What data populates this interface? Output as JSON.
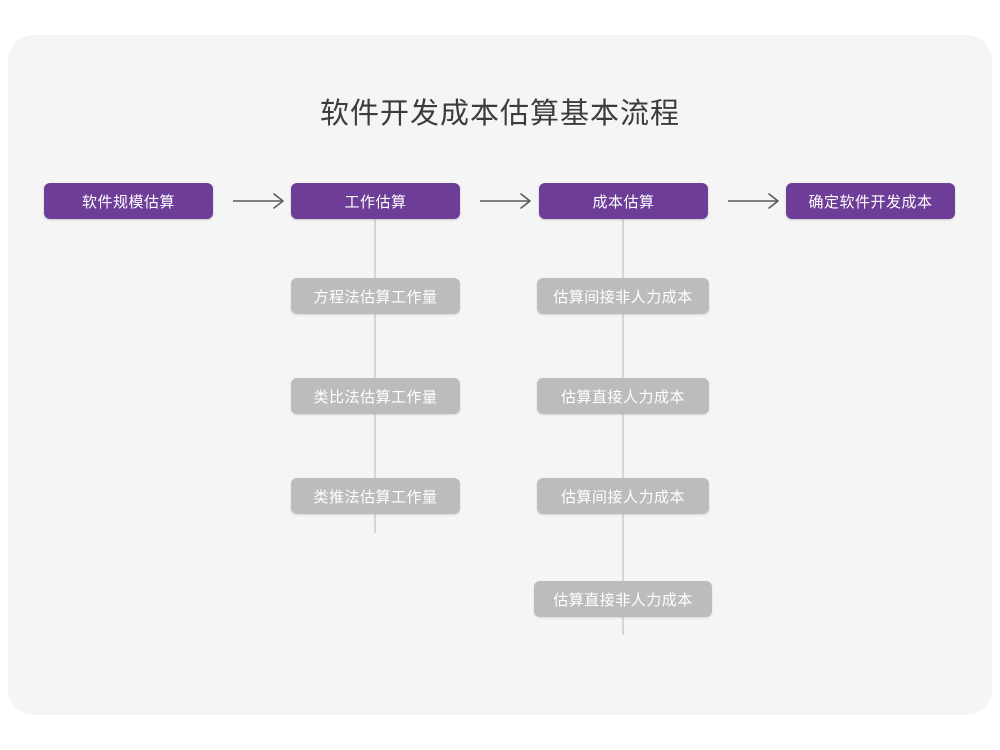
{
  "page": {
    "title": "软件开发成本估算基本流程",
    "background_color": "#ffffff",
    "card_color": "#f5f5f5"
  },
  "theme": {
    "primary_color": "#6d3d97",
    "sub_color": "#bcbcbc",
    "connector_color": "#d6d6d6",
    "title_color": "#3c3c3c",
    "node_text_color": "#ffffff"
  },
  "flow": {
    "stages": [
      {
        "id": "stage-1",
        "label": "软件规模估算",
        "children": []
      },
      {
        "id": "stage-2",
        "label": "工作估算",
        "children": [
          {
            "id": "stage-2-child-1",
            "label": "方程法估算工作量"
          },
          {
            "id": "stage-2-child-2",
            "label": "类比法估算工作量"
          },
          {
            "id": "stage-2-child-3",
            "label": "类推法估算工作量"
          }
        ]
      },
      {
        "id": "stage-3",
        "label": "成本估算",
        "children": [
          {
            "id": "stage-3-child-1",
            "label": "估算间接非人力成本"
          },
          {
            "id": "stage-3-child-2",
            "label": "估算直接人力成本"
          },
          {
            "id": "stage-3-child-3",
            "label": "估算间接人力成本"
          },
          {
            "id": "stage-3-child-4",
            "label": "估算直接非人力成本"
          }
        ]
      },
      {
        "id": "stage-4",
        "label": "确定软件开发成本",
        "children": []
      }
    ],
    "connectors": [
      {
        "id": "arrow-1",
        "icon": "arrow-right-icon",
        "from": "stage-1",
        "to": "stage-2"
      },
      {
        "id": "arrow-2",
        "icon": "arrow-right-icon",
        "from": "stage-2",
        "to": "stage-3"
      },
      {
        "id": "arrow-3",
        "icon": "arrow-right-icon",
        "from": "stage-3",
        "to": "stage-4"
      }
    ]
  }
}
